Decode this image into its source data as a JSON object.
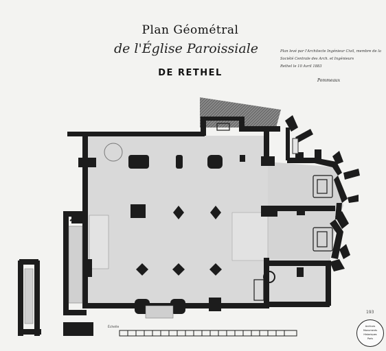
{
  "title": {
    "line1": "Plan Géométral",
    "line2": "de l'Église Paroissiale",
    "line3": "DE RETHEL"
  },
  "note": {
    "line1": "Plan levé par l'Architecte Ingénieur Civil, membre de la",
    "line2": "Société Centrale des Arch. et Ingénieurs",
    "line3": "Rethel le 10 Avril 1883",
    "signature": "Pommeaux"
  },
  "page_number": "193",
  "scale_label": "Échelle",
  "stamp": {
    "line1": "Archives",
    "line2": "Monuments",
    "line3": "Historiques",
    "line4": "Paris"
  },
  "colors": {
    "wall": "#1c1c1c",
    "floor": "#dcdcdc",
    "paper": "#f3f3f1",
    "hatch": "#6a6a6a"
  }
}
